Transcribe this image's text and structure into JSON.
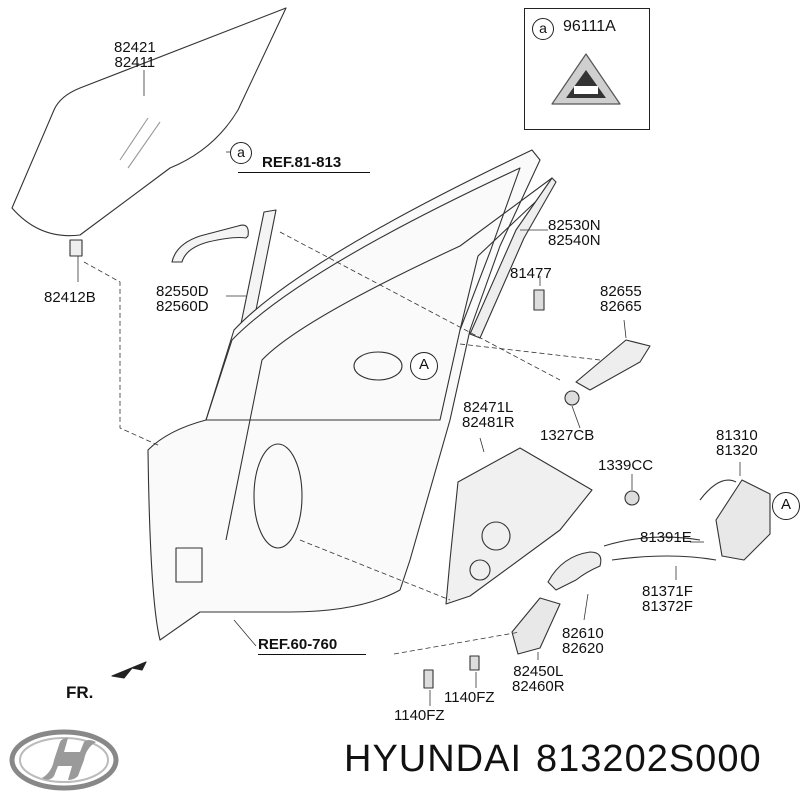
{
  "callout_marker": "a",
  "legend": {
    "code": "96111A"
  },
  "detail_marker": "A",
  "refs": [
    "REF.81-813",
    "REF.60-760"
  ],
  "direction": "FR.",
  "part_labels": {
    "glass": [
      "82421",
      "82411"
    ],
    "glass_clip": [
      "82412B"
    ],
    "outside_handle": [
      "82550D",
      "82560D"
    ],
    "channel": [
      "82530N",
      "82540N"
    ],
    "bolt_81477": [
      "81477"
    ],
    "hinge_handle": [
      "82655",
      "82665"
    ],
    "grommet": [
      "1327CB"
    ],
    "regulator": [
      "82471L",
      "82481R"
    ],
    "nut": [
      "1339CC"
    ],
    "latch": [
      "81310",
      "81320"
    ],
    "cable_1": [
      "81391E"
    ],
    "cable_2": [
      "81371F",
      "81372F"
    ],
    "inside_handle": [
      "82610",
      "82620"
    ],
    "motor": [
      "82450L",
      "82460R"
    ],
    "bolt_1140fz_a": [
      "1140FZ"
    ],
    "bolt_1140fz_b": [
      "1140FZ"
    ]
  },
  "brand": {
    "make": "HYUNDAI",
    "part_number": "813202S000"
  },
  "logo_text": "HYUNDAI"
}
